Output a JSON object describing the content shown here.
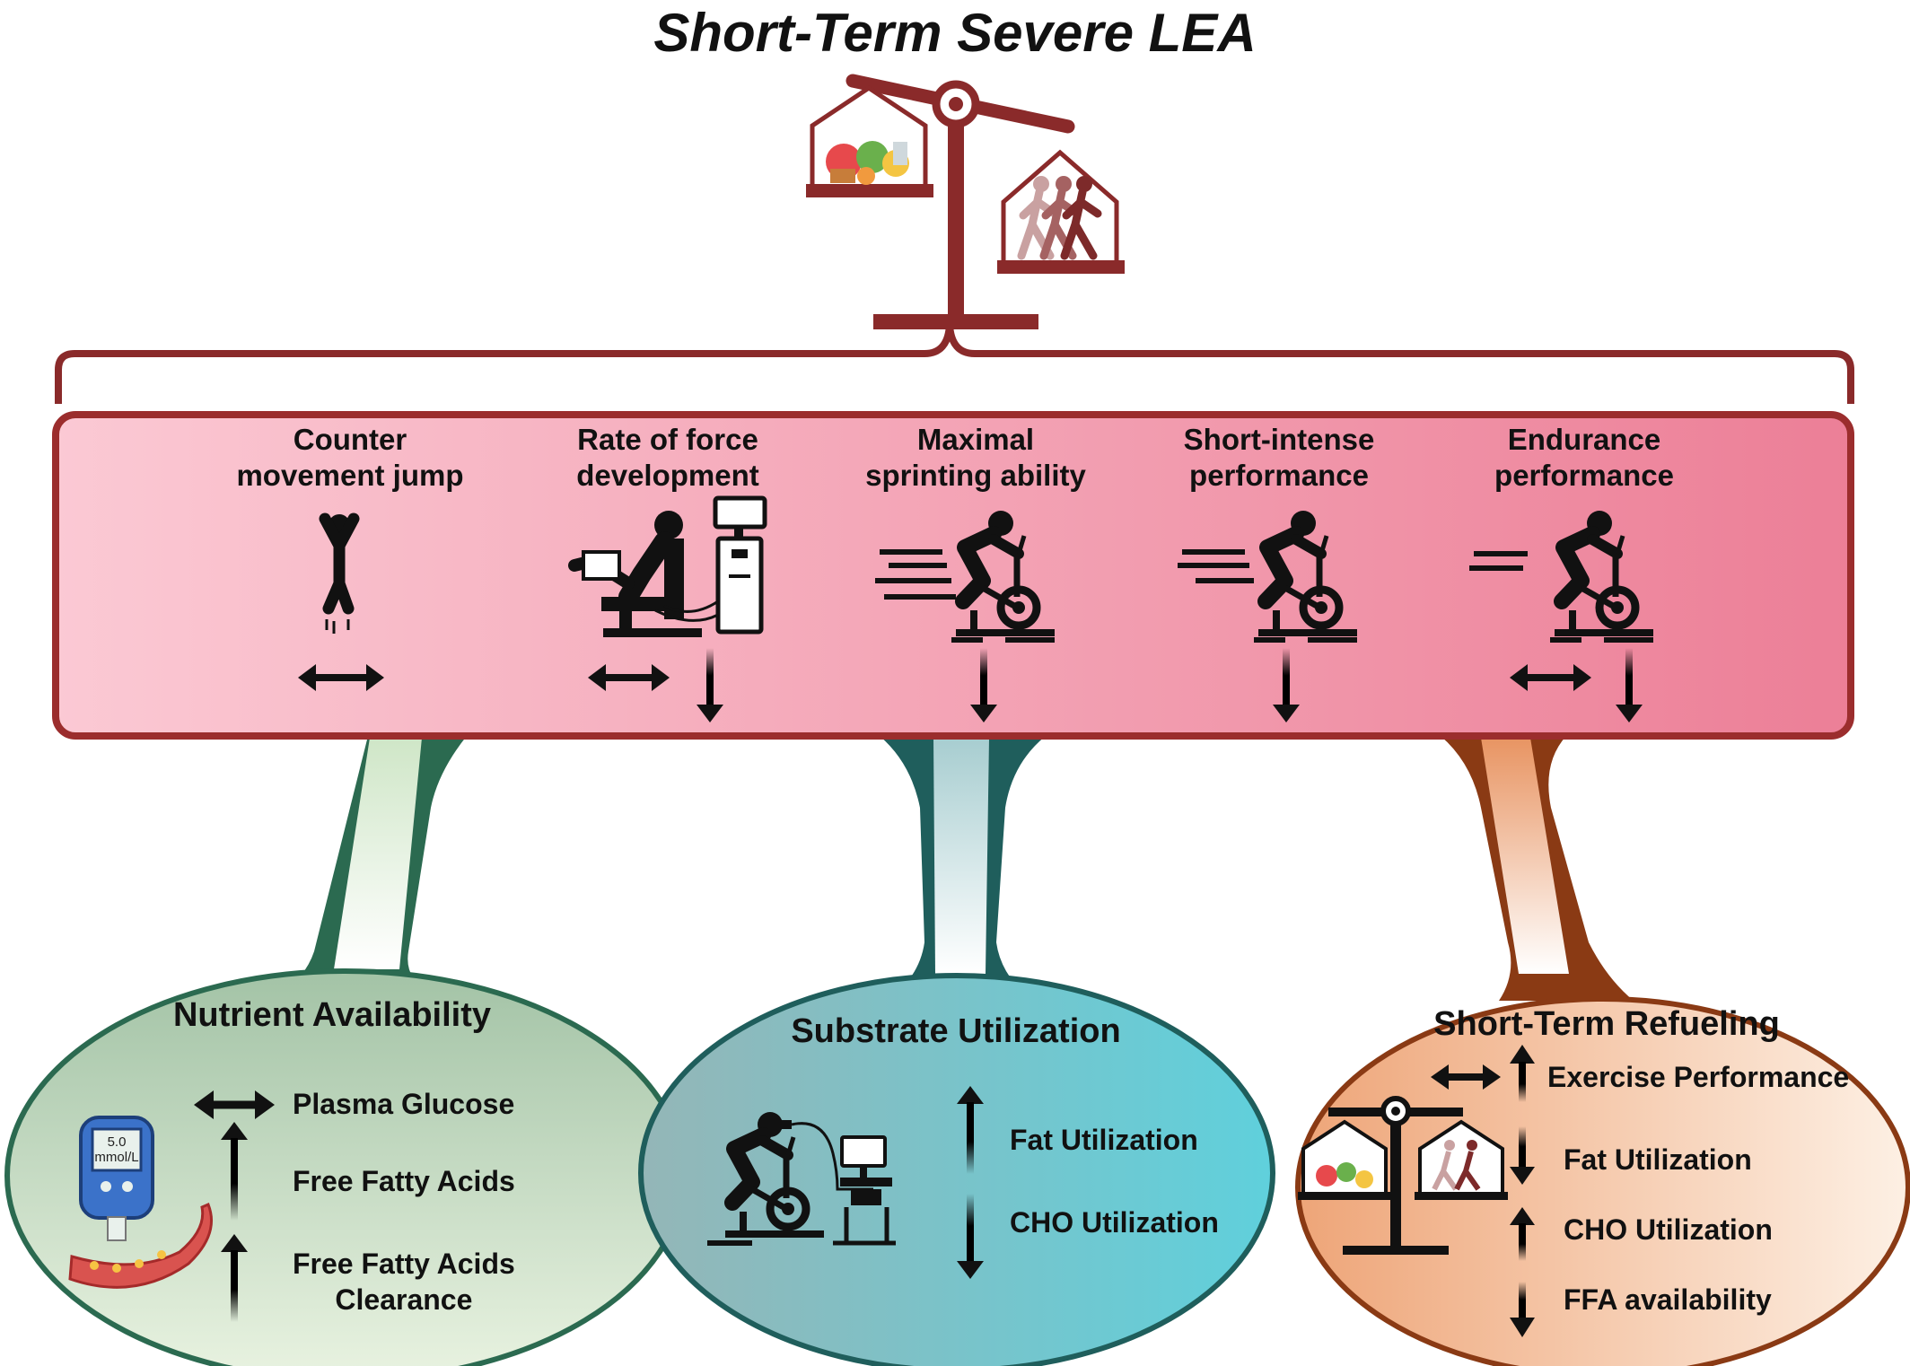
{
  "title": "Short-Term Severe  LEA",
  "performance": [
    {
      "label_line1": "Counter",
      "label_line2": "movement jump",
      "icon": "jumping-person-icon",
      "effects": [
        "no-change"
      ]
    },
    {
      "label_line1": "Rate of force",
      "label_line2": "development",
      "icon": "isokinetic-dynamometer-icon",
      "effects": [
        "no-change",
        "decrease"
      ]
    },
    {
      "label_line1": "Maximal",
      "label_line2": "sprinting ability",
      "icon": "sprint-cyclist-icon",
      "effects": [
        "decrease"
      ]
    },
    {
      "label_line1": "Short-intense",
      "label_line2": "performance",
      "icon": "sprint-cyclist-icon",
      "effects": [
        "decrease"
      ]
    },
    {
      "label_line1": "Endurance",
      "label_line2": "performance",
      "icon": "endurance-cyclist-icon",
      "effects": [
        "no-change",
        "decrease"
      ]
    }
  ],
  "nutrient": {
    "title": "Nutrient Availability",
    "glucose_reading": "5.0",
    "glucose_unit": "mmol/L",
    "items": [
      {
        "label": "Plasma Glucose",
        "effect": "no-change"
      },
      {
        "label": "Free Fatty Acids",
        "effect": "increase"
      },
      {
        "label_line1": "Free Fatty Acids",
        "label_line2": "Clearance",
        "effect": "increase"
      }
    ]
  },
  "substrate": {
    "title": "Substrate Utilization",
    "items": [
      {
        "label": "Fat Utilization",
        "effect": "increase"
      },
      {
        "label": "CHO Utilization",
        "effect": "decrease"
      }
    ]
  },
  "refuel": {
    "title": "Short-Term Refueling",
    "items": [
      {
        "label": "Exercise Performance",
        "effect": "no-change-or-increase"
      },
      {
        "label": "Fat Utilization",
        "effect": "decrease"
      },
      {
        "label": "CHO Utilization",
        "effect": "increase"
      },
      {
        "label": "FFA availability",
        "effect": "decrease"
      }
    ]
  },
  "colors": {
    "scale": "#8a2a2a",
    "panel_border": "#9b2d2d",
    "panel_light": "#fac6d2",
    "panel_dark": "#ec7d96",
    "nutrient_border": "#2b6a50",
    "substrate_border": "#1f5e5c",
    "refuel_border": "#8a3a14"
  }
}
